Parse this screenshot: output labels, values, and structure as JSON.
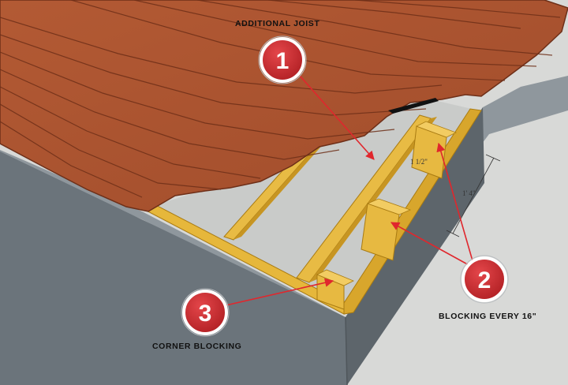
{
  "labels": {
    "additional_joist": "ADDITIONAL JOIST",
    "blocking": "BLOCKING EVERY 16\"",
    "corner_blocking": "CORNER BLOCKING"
  },
  "callouts": [
    {
      "number": "1"
    },
    {
      "number": "2"
    },
    {
      "number": "3"
    }
  ],
  "dimensions": {
    "spacing_1": "1' 4\"",
    "spacing_2": "1 1/2\""
  },
  "colors": {
    "background": "#d8d9d7",
    "decking": "#a9522f",
    "decking_edge": "#6e2f18",
    "lumber": "#e3b53a",
    "lumber_dark": "#b48417",
    "foundation_top": "#8f979d",
    "foundation_side": "#6b747b",
    "callout_red": "#c8282c",
    "arrow_red": "#e0272d"
  }
}
